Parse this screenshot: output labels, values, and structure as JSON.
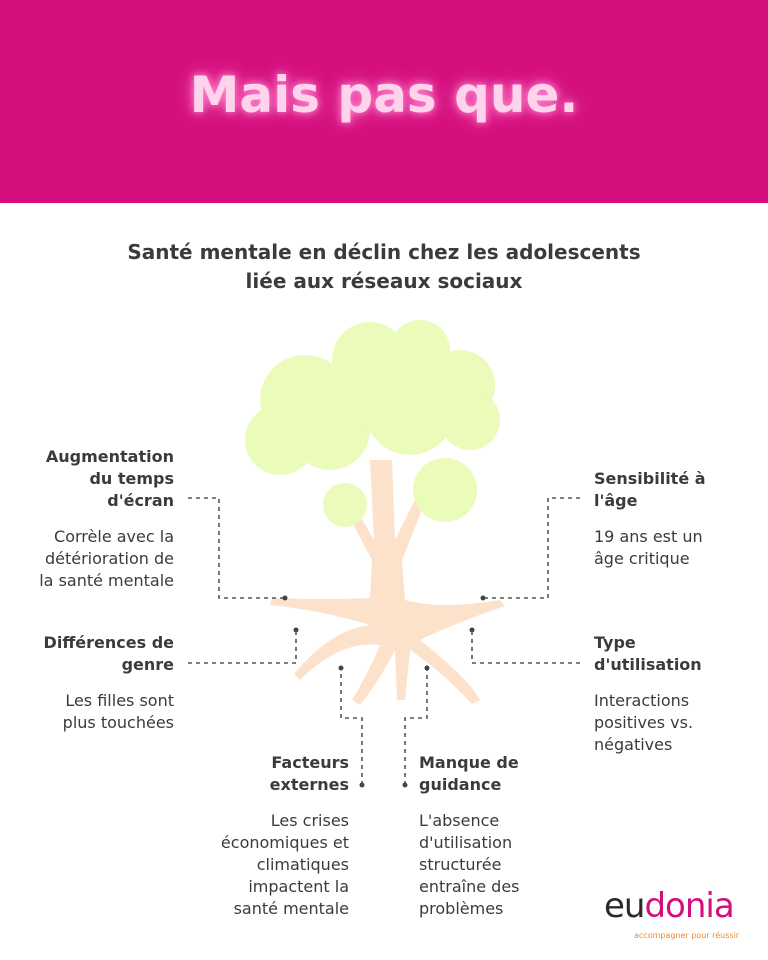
{
  "header": {
    "title": "Mais pas que."
  },
  "subtitle": {
    "line1": "Santé mentale en déclin chez les adolescents",
    "line2": "liée aux réseaux sociaux"
  },
  "items": [
    {
      "heading": "Augmentation\ndu temps\nd'écran",
      "desc": "Corrèle avec la\ndétérioration de\nla santé mentale"
    },
    {
      "heading": "Sensibilité à\nl'âge",
      "desc": "19 ans est un\nâge critique"
    },
    {
      "heading": "Différences de\ngenre",
      "desc": "Les filles sont\nplus touchées"
    },
    {
      "heading": "Type\nd'utilisation",
      "desc": "Interactions\npositives vs.\nnégatives"
    },
    {
      "heading": "Facteurs\nexternes",
      "desc": "Les crises\néconomiques et\nclimatiques\nimpactent la\nsanté mentale"
    },
    {
      "heading": "Manque de\nguidance",
      "desc": "L'absence\nd'utilisation\nstructurée\nentraîne des\nproblèmes"
    }
  ],
  "logo": {
    "part1": "eu",
    "part2": "donia",
    "tagline": "accompagner pour réussir"
  },
  "colors": {
    "brand": "#d40f7d",
    "leaf": "#ebfbb9",
    "trunk": "#fde2cb"
  }
}
